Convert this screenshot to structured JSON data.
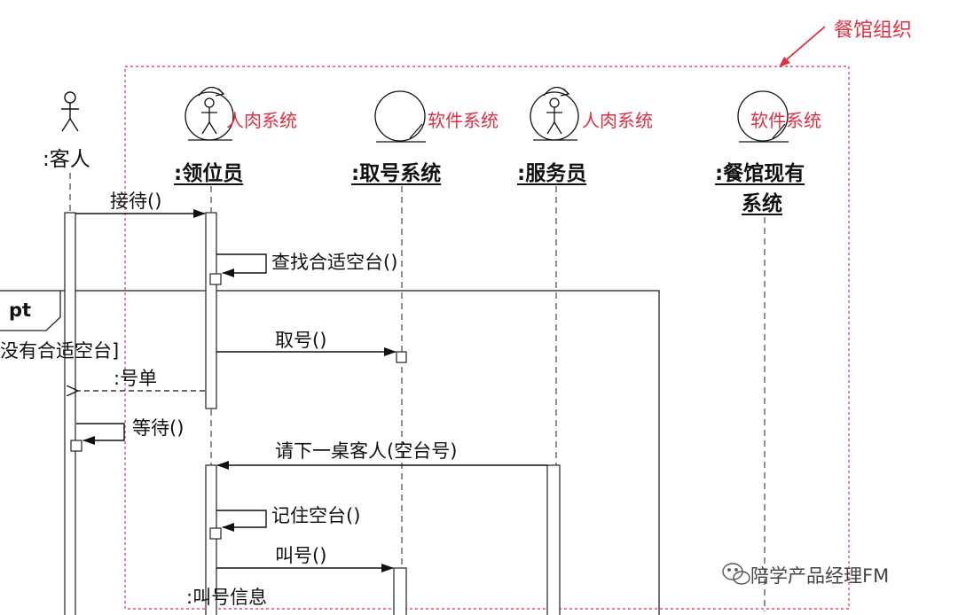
{
  "organization": {
    "label": "餐馆组织"
  },
  "lifelines": [
    {
      "name": ":客人",
      "type": "actor"
    },
    {
      "name": ":领位员",
      "type": "worker",
      "tag": "人肉系统"
    },
    {
      "name": ":取号系统",
      "type": "entity",
      "tag": "软件系统"
    },
    {
      "name": ":服务员",
      "type": "worker",
      "tag": "人肉系统"
    },
    {
      "name_line1": ":餐馆现有",
      "name_line2": "系统",
      "type": "entity",
      "tag": "软件系统"
    }
  ],
  "messages": [
    {
      "label": "接待()"
    },
    {
      "label": "查找合适空台()"
    },
    {
      "label": "取号()"
    },
    {
      "label": ":号单"
    },
    {
      "label": "等待()"
    },
    {
      "label": "请下一桌客人(空台号)"
    },
    {
      "label": "记住空台()"
    },
    {
      "label": "叫号()"
    },
    {
      "label": ":叫号信息"
    }
  ],
  "fragment": {
    "operator": "pt",
    "guard": "没有合适空台]"
  },
  "watermark": {
    "text": "陪学产品经理FM"
  }
}
